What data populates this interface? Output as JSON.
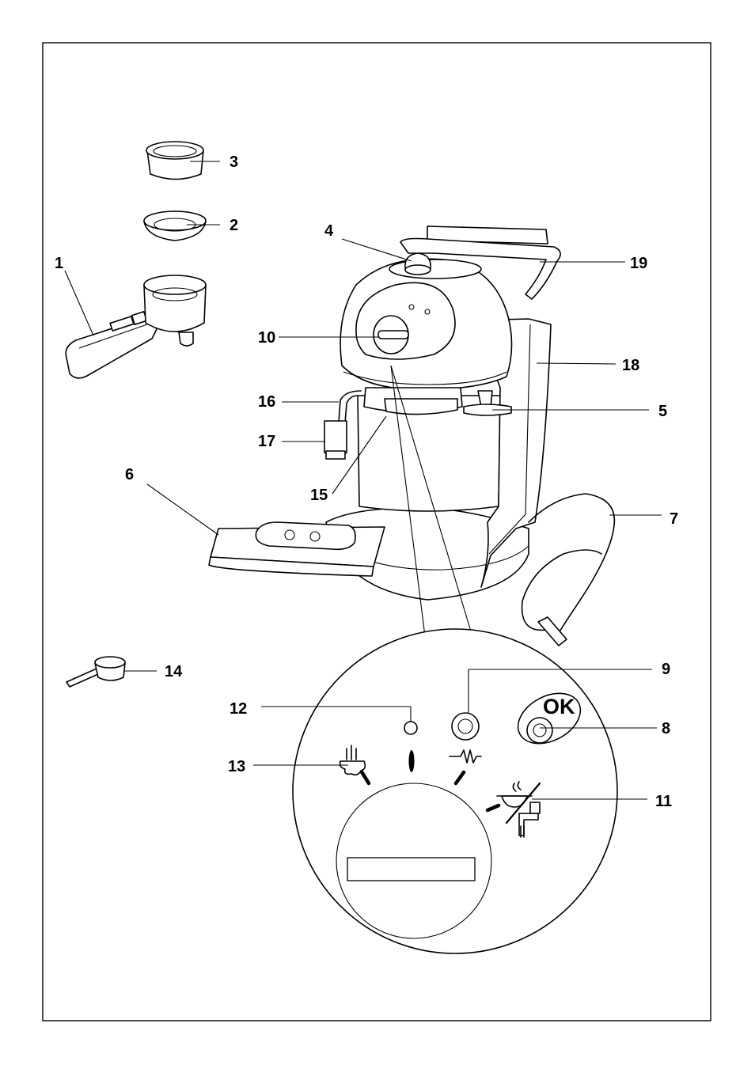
{
  "labels": {
    "l1": "1",
    "l2": "2",
    "l3": "3",
    "l4": "4",
    "l5": "5",
    "l6": "6",
    "l7": "7",
    "l8": "8",
    "l9": "9",
    "l10": "10",
    "l11": "11",
    "l12": "12",
    "l13": "13",
    "l14": "14",
    "l15": "15",
    "l16": "16",
    "l17": "17",
    "l18": "18",
    "l19": "19"
  },
  "panel": {
    "ok_text": "OK"
  }
}
